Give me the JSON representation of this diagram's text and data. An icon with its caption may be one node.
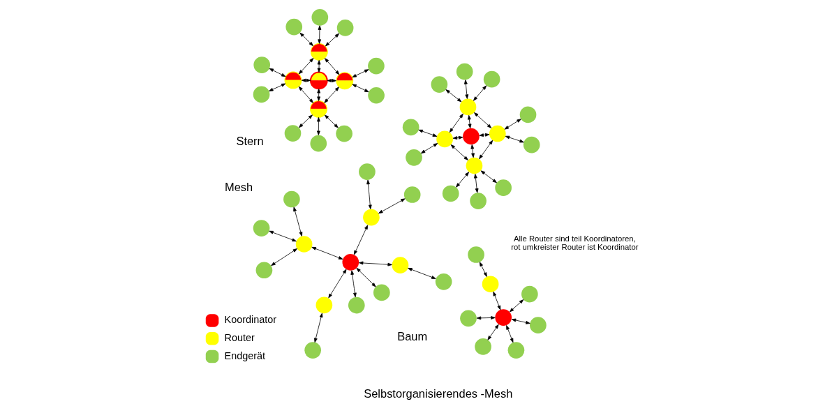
{
  "diagram": {
    "nodes": [
      {
        "text": [],
        "shape": "circle"
      },
      {
        "text": [],
        "shape": "circle"
      },
      {
        "text": [],
        "shape": "circle"
      },
      {
        "text": [],
        "shape": "circle"
      },
      {
        "text": [],
        "shape": "circle"
      },
      {
        "text": [],
        "shape": "circle"
      },
      {
        "text": [],
        "shape": "circle"
      },
      {
        "text": [],
        "shape": "circle"
      },
      {
        "text": [],
        "shape": "circle"
      },
      {
        "text": [],
        "shape": "circle"
      },
      {
        "text": [],
        "shape": "circle"
      },
      {
        "text": [],
        "shape": "circle"
      },
      {
        "text": [],
        "shape": "circle"
      },
      {
        "text": [],
        "shape": "circle"
      },
      {
        "text": [],
        "shape": "circle"
      },
      {
        "text": [],
        "shape": "circle"
      },
      {
        "text": [],
        "shape": "circle"
      },
      {
        "text": [],
        "shape": "circle"
      },
      {
        "text": [],
        "shape": "circle"
      },
      {
        "text": [],
        "shape": "circle"
      },
      {
        "text": [],
        "shape": "circle"
      },
      {
        "text": [],
        "shape": "circle"
      },
      {
        "text": [],
        "shape": "circle"
      },
      {
        "text": [],
        "shape": "circle"
      },
      {
        "text": [],
        "shape": "circle"
      },
      {
        "text": [],
        "shape": "circle"
      },
      {
        "text": [],
        "shape": "circle"
      },
      {
        "text": [],
        "shape": "circle"
      },
      {
        "text": [],
        "shape": "circle"
      },
      {
        "text": [],
        "shape": "circle"
      },
      {
        "text": [],
        "shape": "circle"
      },
      {
        "text": [],
        "shape": "circle"
      },
      {
        "text": [],
        "shape": "circle"
      },
      {
        "text": [],
        "shape": "circle"
      },
      {
        "text": [],
        "shape": "circle"
      },
      {
        "text": [],
        "shape": "circle"
      },
      {
        "text": [],
        "shape": "circle"
      },
      {
        "text": [],
        "shape": "circle"
      },
      {
        "text": [],
        "shape": "circle"
      },
      {
        "text": [],
        "shape": "circle"
      },
      {
        "text": [],
        "shape": "circle"
      },
      {
        "text": [],
        "shape": "circle"
      },
      {
        "text": [],
        "shape": "circle"
      },
      {
        "text": [],
        "shape": "circle"
      },
      {
        "text": [],
        "shape": "circle"
      },
      {
        "text": [],
        "shape": "circle"
      },
      {
        "text": [],
        "shape": "circle"
      },
      {
        "text": [],
        "shape": "circle"
      },
      {
        "text": [],
        "shape": "circle"
      },
      {
        "text": [],
        "shape": "circle"
      },
      {
        "text": [],
        "shape": "circle"
      },
      {
        "text": [],
        "shape": "circle"
      }
    ],
    "edges": [
      {
        "from": 1,
        "to": 0,
        "arrow": "both"
      },
      {
        "from": 4,
        "to": 1,
        "arrow": "both"
      },
      {
        "from": 4,
        "to": 2,
        "arrow": "both"
      },
      {
        "from": 4,
        "to": 3,
        "arrow": "both"
      },
      {
        "from": 4,
        "to": 5,
        "arrow": "both"
      },
      {
        "from": 4,
        "to": 6,
        "arrow": "both"
      },
      {
        "from": 4,
        "to": 7,
        "arrow": "both"
      },
      {
        "from": 11,
        "to": 8,
        "arrow": "both"
      },
      {
        "from": 11,
        "to": 9,
        "arrow": "both"
      },
      {
        "from": 11,
        "to": 10,
        "arrow": "both"
      },
      {
        "from": 14,
        "to": 12,
        "arrow": "both"
      },
      {
        "from": 15,
        "to": 13,
        "arrow": "both"
      },
      {
        "from": 16,
        "to": 11,
        "arrow": "both"
      },
      {
        "from": 16,
        "to": 14,
        "arrow": "both"
      },
      {
        "from": 16,
        "to": 15,
        "arrow": "both"
      },
      {
        "from": 16,
        "to": 17,
        "arrow": "both"
      },
      {
        "from": 16,
        "to": 18,
        "arrow": "both"
      },
      {
        "from": 16,
        "to": 19,
        "arrow": "both"
      },
      {
        "from": 19,
        "to": 20,
        "arrow": "both"
      },
      {
        "from": 19,
        "to": 21,
        "arrow": "both"
      },
      {
        "from": 26,
        "to": 22,
        "arrow": "both"
      },
      {
        "from": 26,
        "to": 23,
        "arrow": "both"
      },
      {
        "from": 26,
        "to": 24,
        "arrow": "both"
      },
      {
        "from": 28,
        "to": 25,
        "arrow": "both"
      },
      {
        "from": 28,
        "to": 26,
        "arrow": "both"
      },
      {
        "from": 28,
        "to": 29,
        "arrow": "both"
      },
      {
        "from": 30,
        "to": 26,
        "arrow": "both"
      },
      {
        "from": 30,
        "to": 27,
        "arrow": "both"
      },
      {
        "from": 31,
        "to": 26,
        "arrow": "both"
      },
      {
        "from": 31,
        "to": 28,
        "arrow": "both"
      },
      {
        "from": 31,
        "to": 30,
        "arrow": "both"
      },
      {
        "from": 30,
        "to": 32,
        "arrow": "both"
      },
      {
        "from": 34,
        "to": 28,
        "arrow": "both"
      },
      {
        "from": 34,
        "to": 33,
        "arrow": "both"
      },
      {
        "from": 34,
        "to": 31,
        "arrow": "both"
      },
      {
        "from": 34,
        "to": 30,
        "arrow": "both"
      },
      {
        "from": 34,
        "to": 35,
        "arrow": "both"
      },
      {
        "from": 34,
        "to": 36,
        "arrow": "both"
      },
      {
        "from": 41,
        "to": 37,
        "arrow": "both"
      },
      {
        "from": 41,
        "to": 38,
        "arrow": "both"
      },
      {
        "from": 41,
        "to": 39,
        "arrow": "both"
      },
      {
        "from": 45,
        "to": 42,
        "arrow": "both"
      },
      {
        "from": 45,
        "to": 41,
        "arrow": "both"
      },
      {
        "from": 45,
        "to": 44,
        "arrow": "both"
      },
      {
        "from": 43,
        "to": 41,
        "arrow": "both"
      },
      {
        "from": 43,
        "to": 40,
        "arrow": "both"
      },
      {
        "from": 46,
        "to": 41,
        "arrow": "both"
      },
      {
        "from": 46,
        "to": 45,
        "arrow": "both"
      },
      {
        "from": 46,
        "to": 43,
        "arrow": "both"
      },
      {
        "from": 43,
        "to": 47,
        "arrow": "both"
      },
      {
        "from": 49,
        "to": 45,
        "arrow": "both"
      },
      {
        "from": 49,
        "to": 48,
        "arrow": "both"
      },
      {
        "from": 49,
        "to": 46,
        "arrow": "both"
      },
      {
        "from": 49,
        "to": 43,
        "arrow": "both"
      },
      {
        "from": 49,
        "to": 50,
        "arrow": "both"
      },
      {
        "from": 49,
        "to": 51,
        "arrow": "both"
      }
    ],
    "labels": [
      "Selbstorganisierendes -Mesh",
      "Baum",
      "Alle Router sind teil Koordinatoren, rot umkreister Router ist Koordinator",
      "Stern",
      "Mesh"
    ],
    "legend": [
      {
        "text": "Koordinator",
        "color": "#ff0000"
      },
      {
        "text": "Router",
        "color": "#ffff00"
      },
      {
        "text": "Endgerät",
        "color": "#92d050"
      }
    ]
  }
}
